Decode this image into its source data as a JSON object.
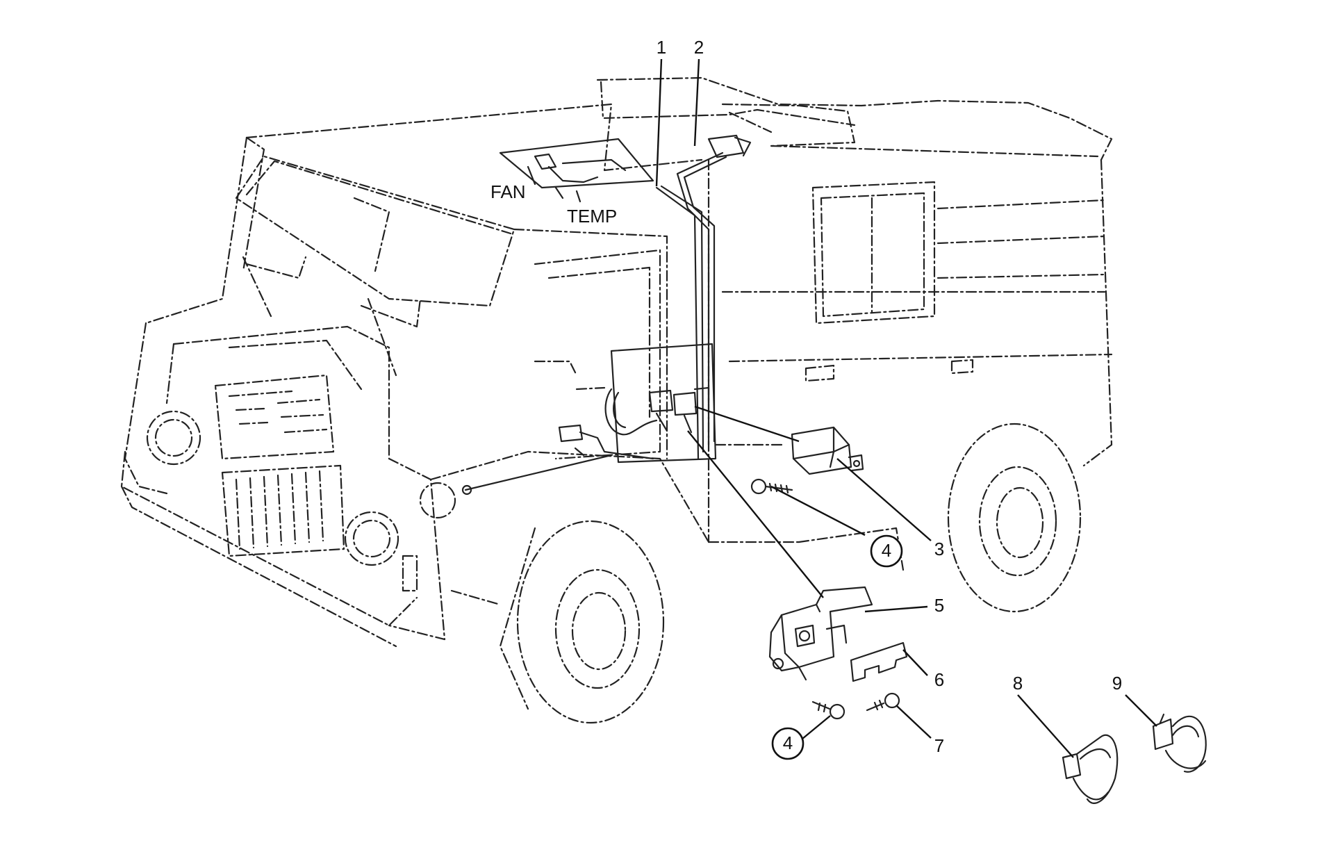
{
  "labels": {
    "fan": "FAN",
    "temp": "TEMP"
  },
  "callouts": [
    {
      "id": "c1",
      "text": "1",
      "circled": false
    },
    {
      "id": "c2",
      "text": "2",
      "circled": false
    },
    {
      "id": "c3",
      "text": "3",
      "circled": false
    },
    {
      "id": "c4a",
      "text": "4",
      "circled": true
    },
    {
      "id": "c4b",
      "text": "4",
      "circled": true
    },
    {
      "id": "c5",
      "text": "5",
      "circled": false
    },
    {
      "id": "c6",
      "text": "6",
      "circled": false
    },
    {
      "id": "c7",
      "text": "7",
      "circled": false
    },
    {
      "id": "c8",
      "text": "8",
      "circled": false
    },
    {
      "id": "c9",
      "text": "9",
      "circled": false
    }
  ],
  "colors": {
    "line": "#222222",
    "background": "#ffffff"
  }
}
